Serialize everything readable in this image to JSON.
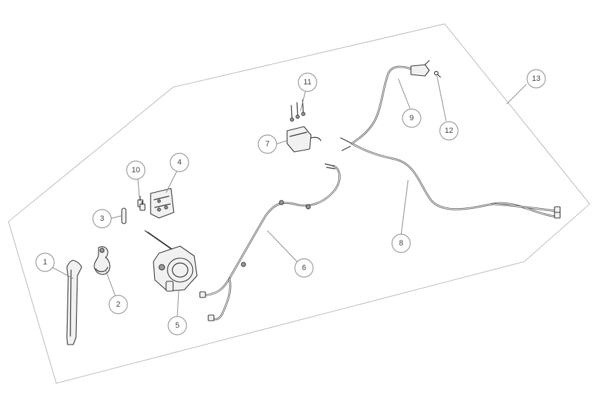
{
  "diagram": {
    "accent_color": "#9a9a9a",
    "callouts": [
      {
        "id": "1",
        "label": "1"
      },
      {
        "id": "2",
        "label": "2"
      },
      {
        "id": "3",
        "label": "3"
      },
      {
        "id": "4",
        "label": "4"
      },
      {
        "id": "5",
        "label": "5"
      },
      {
        "id": "6",
        "label": "6"
      },
      {
        "id": "7",
        "label": "7"
      },
      {
        "id": "8",
        "label": "8"
      },
      {
        "id": "9",
        "label": "9"
      },
      {
        "id": "10",
        "label": "10"
      },
      {
        "id": "11",
        "label": "11"
      },
      {
        "id": "12",
        "label": "12"
      },
      {
        "id": "13",
        "label": "13"
      }
    ]
  }
}
